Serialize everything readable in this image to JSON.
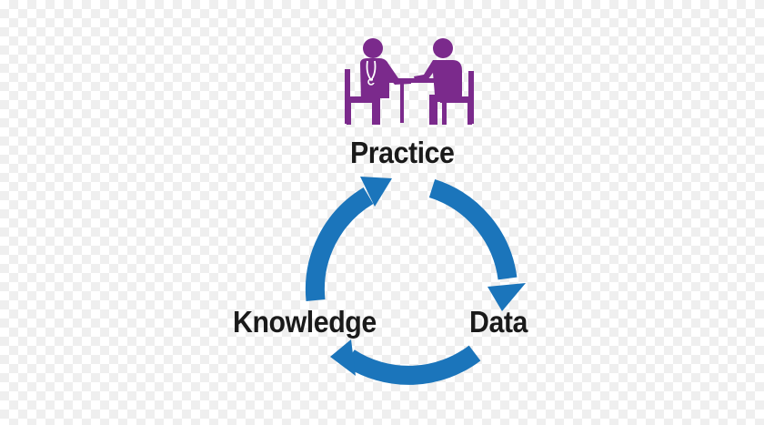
{
  "nodes": {
    "practice": "Practice",
    "data": "Data",
    "knowledge": "Knowledge"
  },
  "icons": {
    "top": "doctor-patient-consultation-icon"
  },
  "colors": {
    "arrow": "#1b75bb",
    "figures": "#7b2a8c",
    "label": "#1a1a1a"
  }
}
